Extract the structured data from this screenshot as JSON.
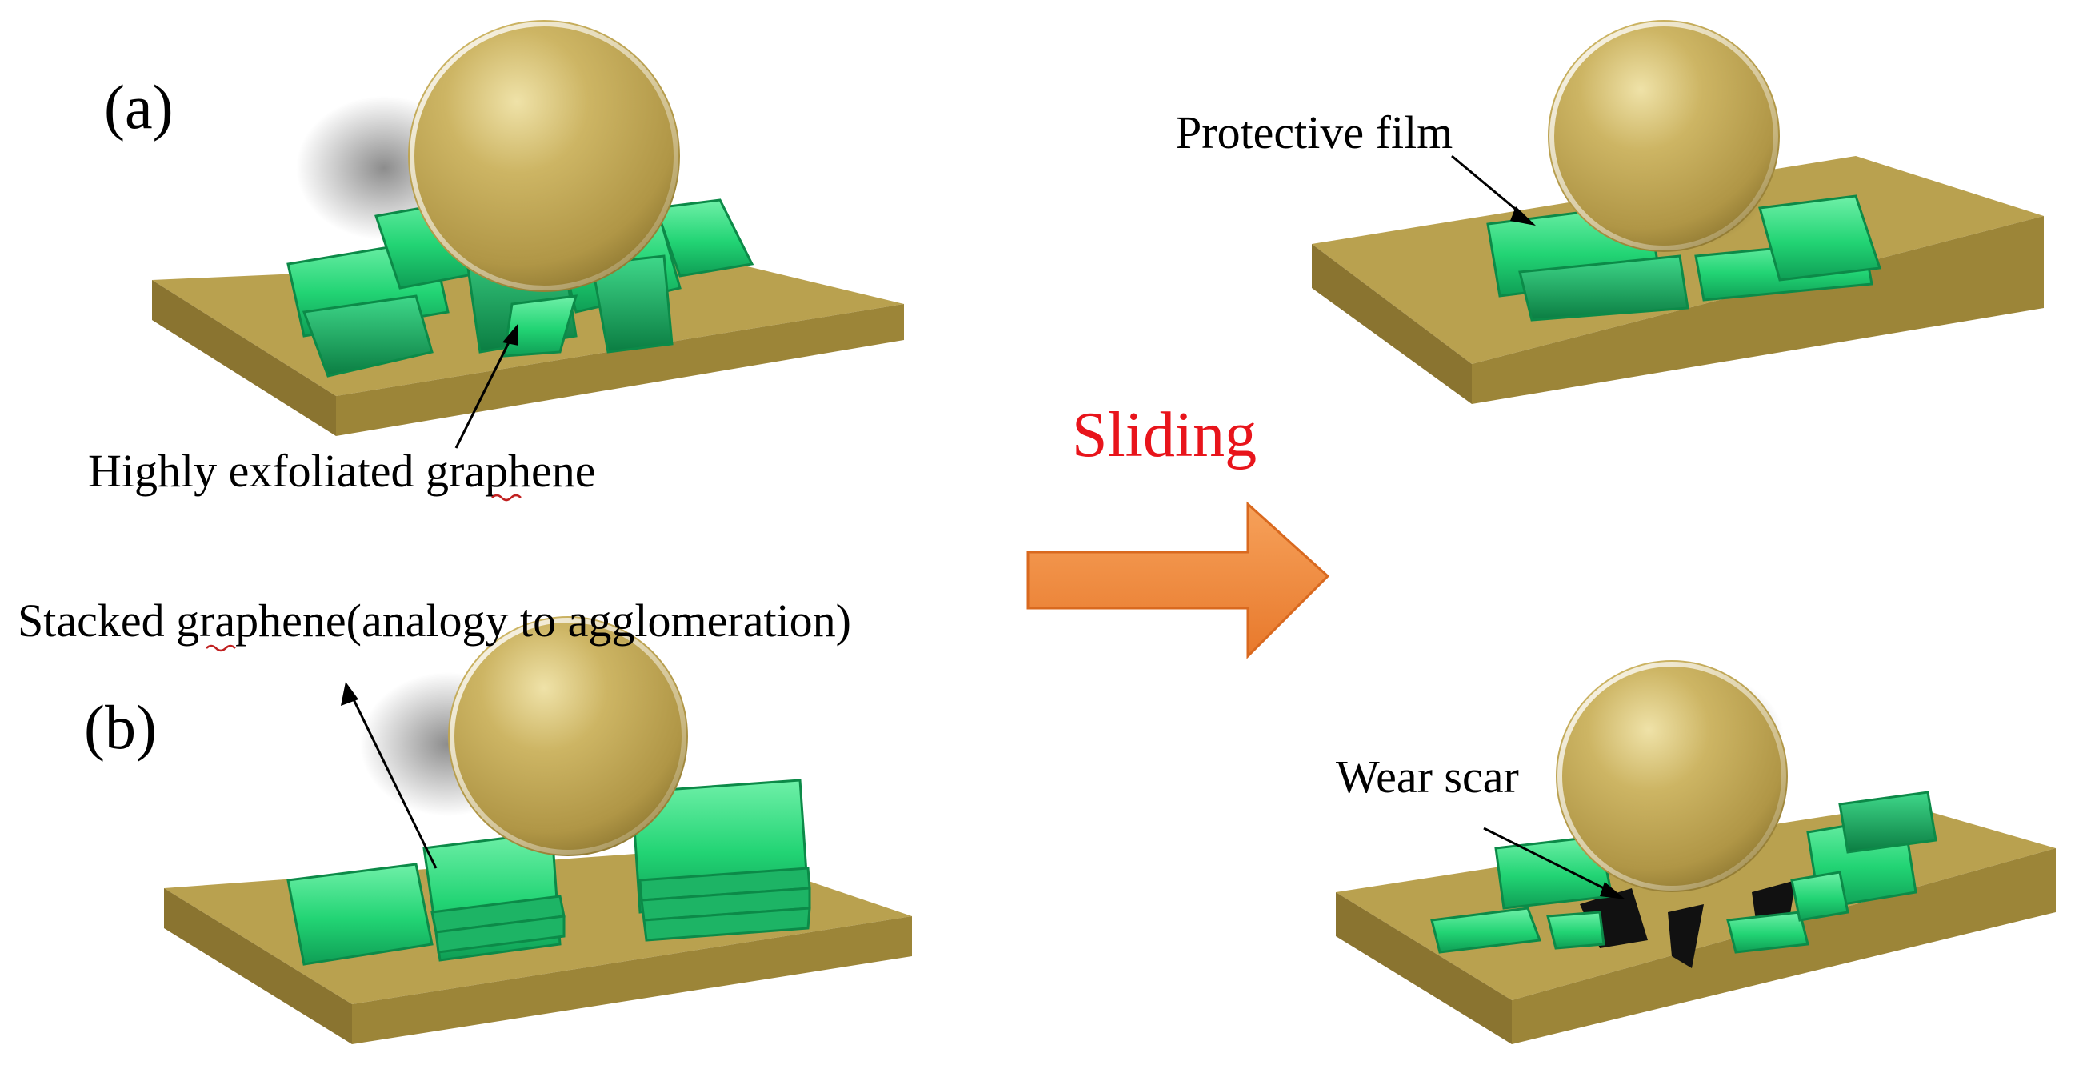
{
  "panels": {
    "a_label": "(a)",
    "b_label": "(b)"
  },
  "annotations": {
    "highly_exfoliated": "Highly exfoliated graphene",
    "stacked": "Stacked graphene(analogy to agglomeration)",
    "protective_film": "Protective film",
    "wear_scar": "Wear scar"
  },
  "process": {
    "label": "Sliding"
  },
  "colors": {
    "substrate": "#b9a14f",
    "ball": "#c6ae58",
    "graphene": "#27d97a",
    "arrow": "#f08a3c",
    "sliding_text": "#e8141b"
  }
}
